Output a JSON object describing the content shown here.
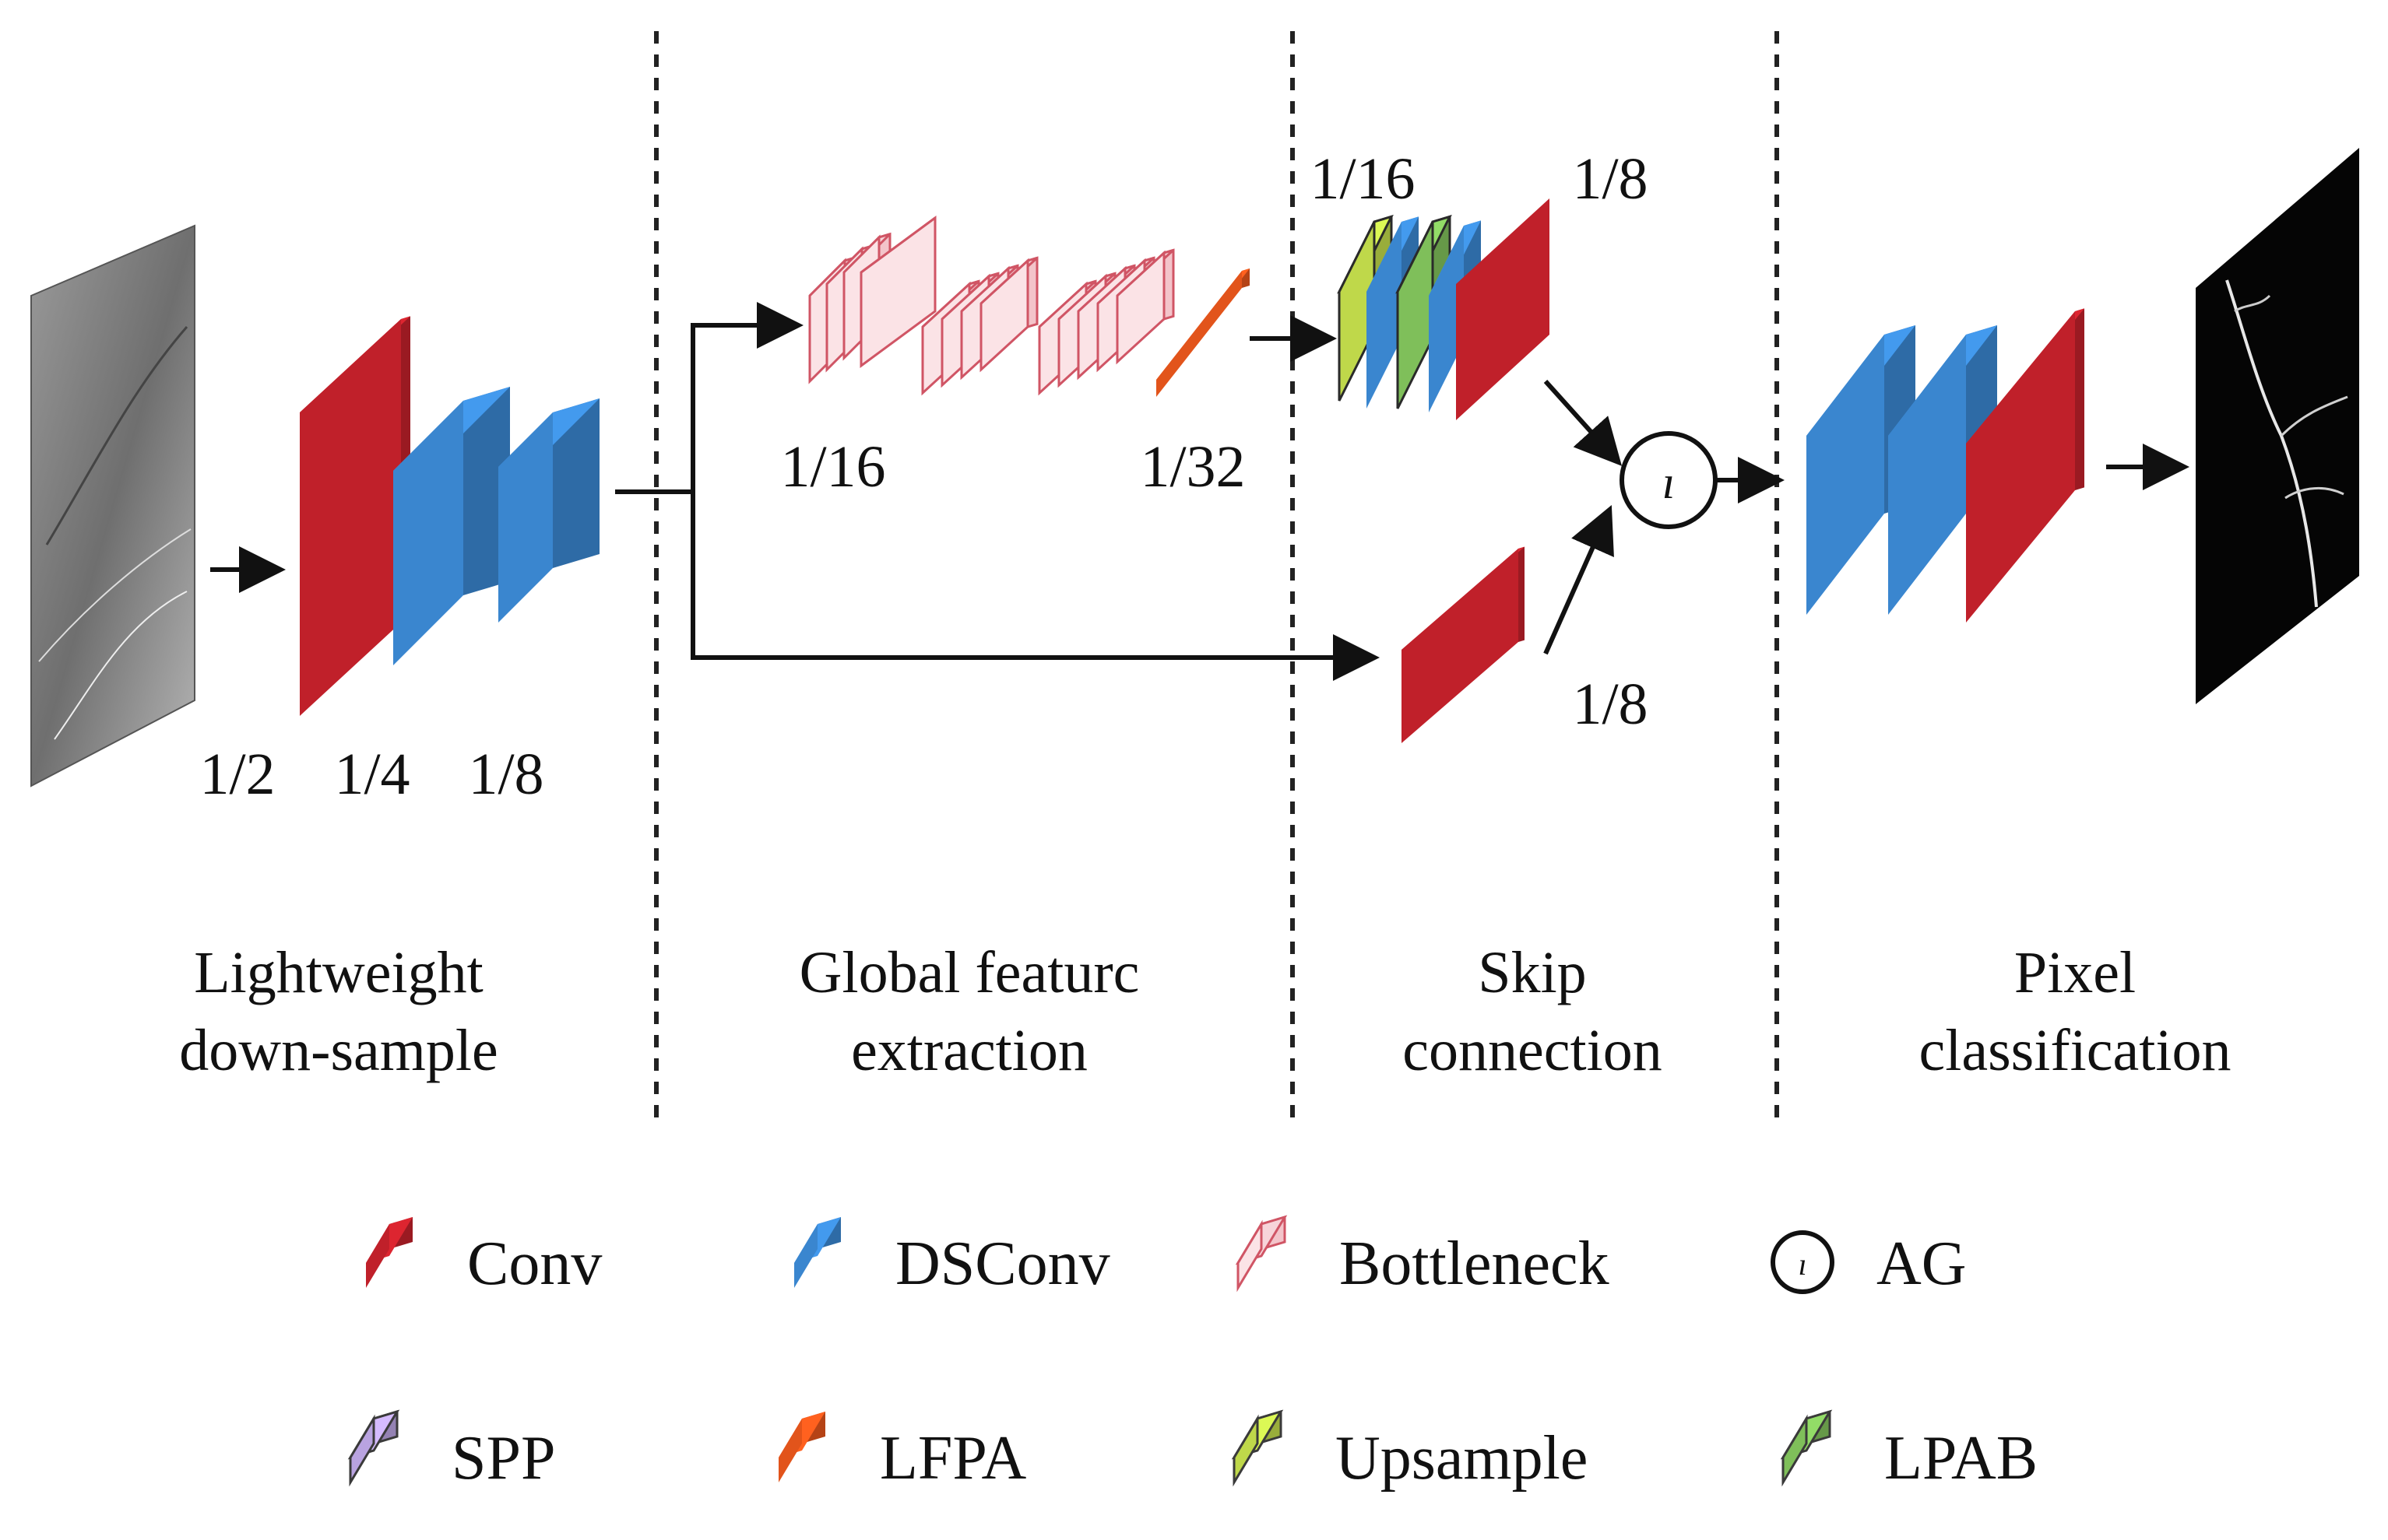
{
  "stages": [
    {
      "line1": "Lightweight",
      "line2": "down-sample"
    },
    {
      "line1": "Global featurc",
      "line2": "extraction"
    },
    {
      "line1": "Skip",
      "line2": "connection"
    },
    {
      "line1": "Pixel",
      "line2": "classification"
    }
  ],
  "scales": {
    "downsample_1": "1/2",
    "downsample_2": "1/4",
    "downsample_3": "1/8",
    "global_start": "1/16",
    "global_end": "1/32",
    "skip_top_left": "1/16",
    "skip_top_right": "1/8",
    "skip_bottom": "1/8"
  },
  "legend": [
    {
      "label": "Conv",
      "icon": "conv-block-icon",
      "color": "#c0202a"
    },
    {
      "label": "DSConv",
      "icon": "dsconv-block-icon",
      "color": "#3a86cf"
    },
    {
      "label": "Bottleneck",
      "icon": "bottleneck-block-icon",
      "color": "#e89aa3"
    },
    {
      "label": "AG",
      "icon": "attention-gate-icon",
      "color": "#111111"
    },
    {
      "label": "SPP",
      "icon": "spp-block-icon",
      "color": "#b9a3e0"
    },
    {
      "label": "LFPA",
      "icon": "lfpa-block-icon",
      "color": "#e2541b"
    },
    {
      "label": "Upsample",
      "icon": "upsample-block-icon",
      "color": "#bfd84a"
    },
    {
      "label": "LPAB",
      "icon": "lpab-block-icon",
      "color": "#7fbf5a"
    }
  ],
  "colors": {
    "conv": "#c0202a",
    "dsconv": "#3a86cf",
    "bottleneck": "#e89aa3",
    "lfpa": "#e2541b",
    "upsample": "#bfd84a",
    "lpab": "#7fbf5a",
    "spp": "#b9a3e0"
  }
}
